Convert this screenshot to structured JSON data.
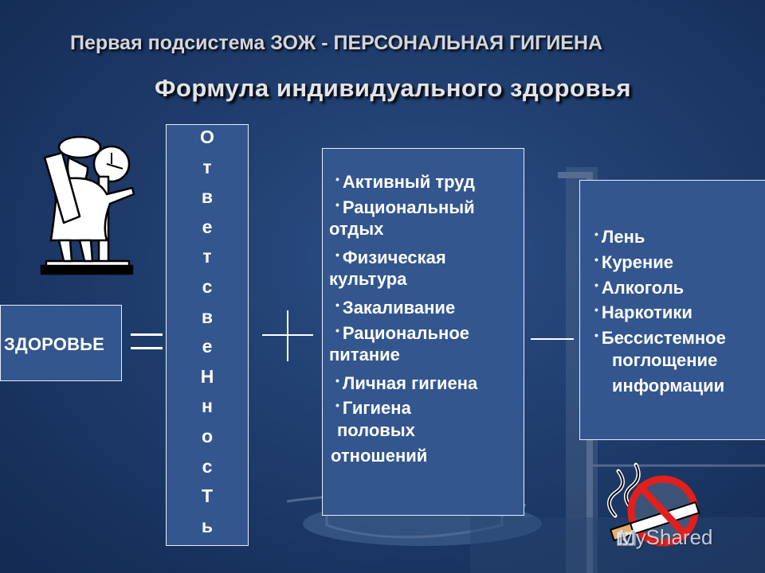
{
  "title": {
    "prefix": "Первая подсистема ЗОЖ",
    "dash": " - ",
    "main": "ПЕРСОНАЛЬНАЯ ГИГИЕНА"
  },
  "subtitle": "Формула индивидуального здоровья",
  "health_label": "ЗДОРОВЬЕ",
  "responsibility_letters": [
    "О",
    "т",
    "в",
    "е",
    "т",
    "с",
    "в",
    "е",
    "Н",
    "н",
    "о",
    "с",
    "Т",
    "ь"
  ],
  "positive_factors": [
    {
      "bullet": true,
      "text": "Активный труд"
    },
    {
      "bullet": true,
      "text": "Рациональный"
    },
    {
      "bullet": false,
      "text": "отдых"
    },
    {
      "bullet": true,
      "text": "Физическая"
    },
    {
      "bullet": false,
      "text": "культура"
    },
    {
      "bullet": true,
      "text": "Закаливание"
    },
    {
      "bullet": true,
      "text": "Рациональное"
    },
    {
      "bullet": false,
      "text": "питание"
    },
    {
      "bullet": true,
      "text": "Личная гигиена"
    },
    {
      "bullet": true,
      "text": "Гигиена"
    },
    {
      "bullet": false,
      "text": "половых"
    },
    {
      "bullet": false,
      "text": "отношений"
    }
  ],
  "negative_factors": [
    {
      "bullet": true,
      "text": "Лень"
    },
    {
      "bullet": true,
      "text": "Курение"
    },
    {
      "bullet": true,
      "text": "Алкоголь"
    },
    {
      "bullet": true,
      "text": "Наркотики"
    },
    {
      "bullet": true,
      "text": "Бессистемное"
    },
    {
      "bullet": false,
      "text": "поглощение"
    },
    {
      "bullet": false,
      "text": "информации"
    }
  ],
  "watermark": "MyShared",
  "icons": {
    "figure": "person-on-scale-icon",
    "no_smoking": "no-smoking-icon",
    "watermark_logo": "myshared-logo-icon"
  },
  "colors": {
    "box_fill": "#34568e",
    "no_smoking_red": "#e0201c"
  }
}
